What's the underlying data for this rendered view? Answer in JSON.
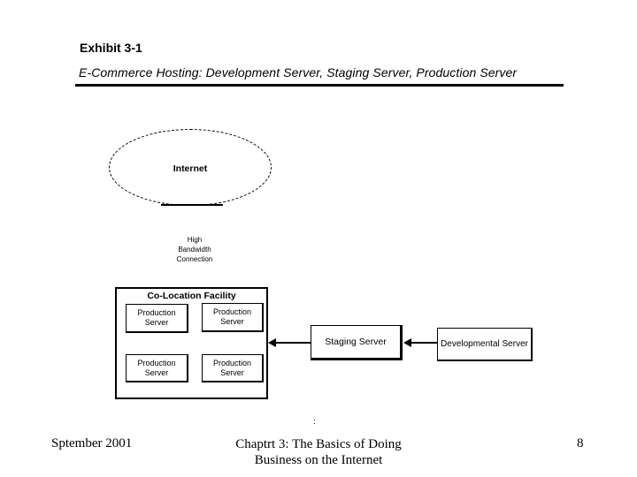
{
  "slide": {
    "title": "Exhibit 3-1",
    "subtitle": "E-Commerce Hosting: Development Server, Staging Server, Production Server"
  },
  "diagram": {
    "internet_label": "Internet",
    "connection_lines": [
      "High",
      "Bandwidth",
      "Connection"
    ],
    "colocation_title": "Co-Location Facility",
    "production_servers": [
      "Production Server",
      "Production Server",
      "Production Server",
      "Production Server"
    ],
    "staging_label": "Staging Server",
    "development_label": "Developmental Server"
  },
  "footer": {
    "date": "Sptember 2001",
    "stray_mark": ":",
    "chapter_line1": "Chaptrt 3: The Basics of Doing",
    "chapter_line2": "Business on the Internet",
    "page_number": "8"
  },
  "colors": {
    "ink": "#000000",
    "background": "#ffffff"
  }
}
